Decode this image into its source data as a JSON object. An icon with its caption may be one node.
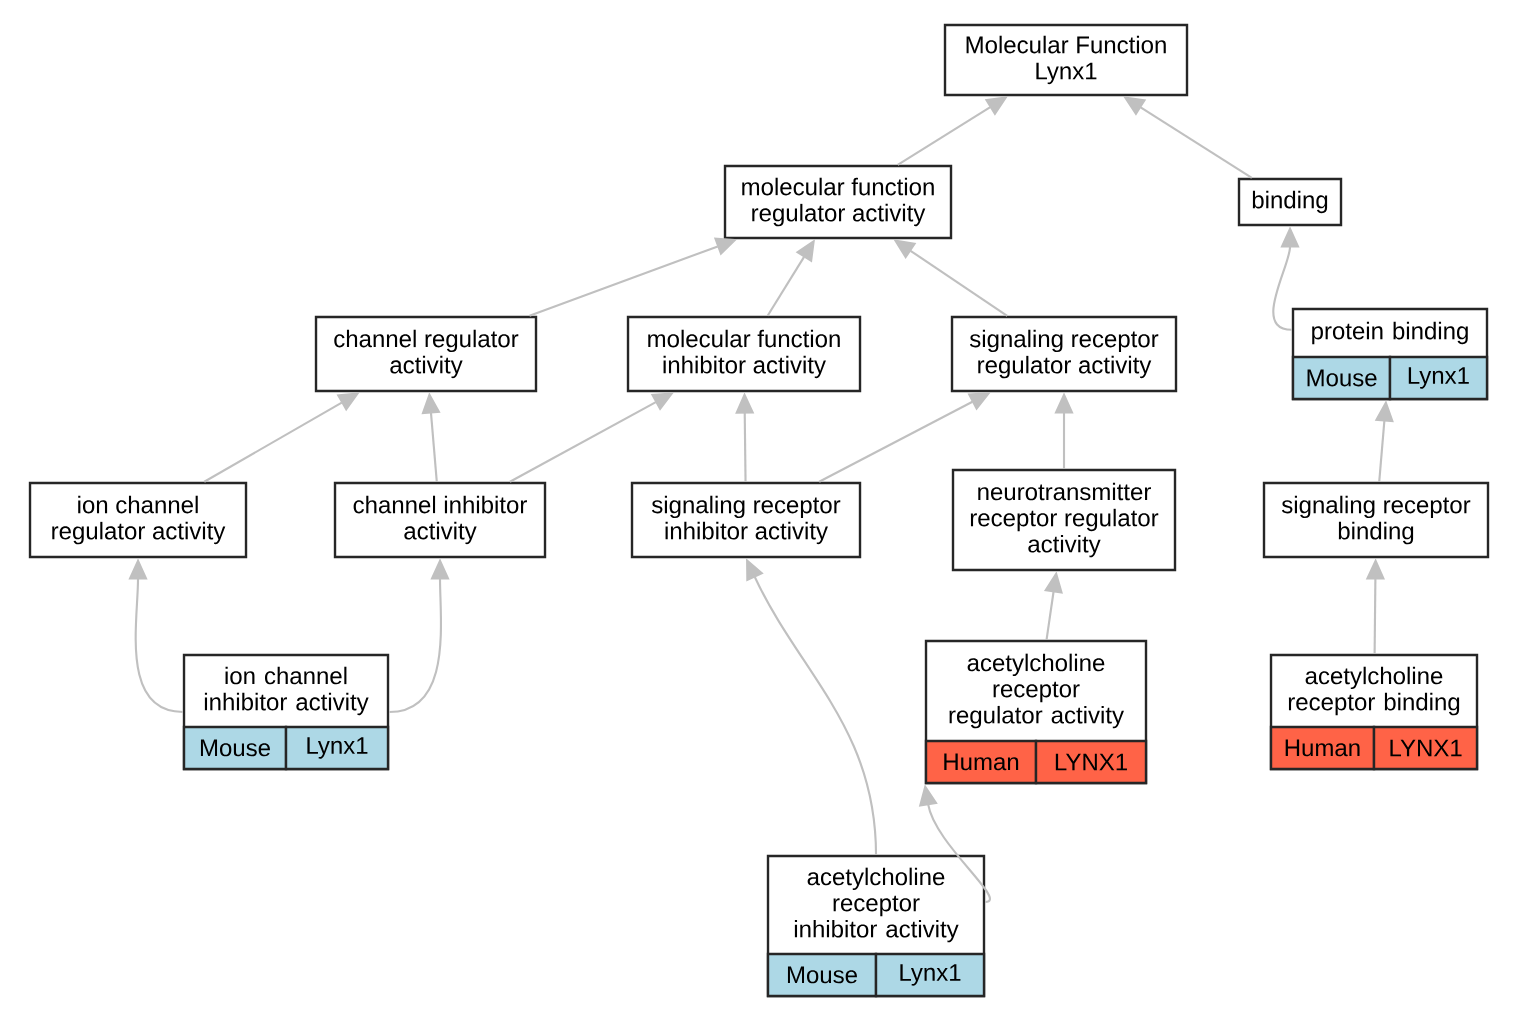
{
  "diagram": {
    "nodes": [
      {
        "text": [
          "Molecular Function Lynx1"
        ]
      },
      {
        "text": [
          "molecular function regulator activity"
        ]
      },
      {
        "text": [
          "binding"
        ]
      },
      {
        "text": [
          "channel regulator activity"
        ]
      },
      {
        "text": [
          "molecular function inhibitor activity"
        ]
      },
      {
        "text": [
          "signaling receptor regulator activity"
        ]
      },
      {
        "text": [
          "protein binding",
          "Mouse",
          "Lynx1"
        ]
      },
      {
        "text": [
          "ion channel regulator activity"
        ]
      },
      {
        "text": [
          "channel inhibitor activity"
        ]
      },
      {
        "text": [
          "signaling receptor inhibitor activity"
        ]
      },
      {
        "text": [
          "neurotransmitter receptor regulator activity"
        ]
      },
      {
        "text": [
          "signaling receptor binding"
        ]
      },
      {
        "text": [
          "ion channel inhibitor activity",
          "Mouse",
          "Lynx1"
        ]
      },
      {
        "text": [
          "acetylcholine receptor regulator activity",
          "Human",
          "LYNX1"
        ]
      },
      {
        "text": [
          "acetylcholine receptor binding",
          "Human",
          "LYNX1"
        ]
      },
      {
        "text": [
          "acetylcholine receptor inhibitor activity",
          "Mouse",
          "Lynx1"
        ]
      }
    ],
    "edges": [
      {
        "from": 1,
        "to": 0,
        "arrow": "to"
      },
      {
        "from": 2,
        "to": 0,
        "arrow": "to"
      },
      {
        "from": 3,
        "to": 1,
        "arrow": "to"
      },
      {
        "from": 4,
        "to": 1,
        "arrow": "to"
      },
      {
        "from": 5,
        "to": 1,
        "arrow": "to"
      },
      {
        "from": 6,
        "to": 2,
        "arrow": "to"
      },
      {
        "from": 7,
        "to": 3,
        "arrow": "to"
      },
      {
        "from": 8,
        "to": 3,
        "arrow": "to"
      },
      {
        "from": 8,
        "to": 4,
        "arrow": "to"
      },
      {
        "from": 9,
        "to": 4,
        "arrow": "to"
      },
      {
        "from": 9,
        "to": 5,
        "arrow": "to"
      },
      {
        "from": 10,
        "to": 5,
        "arrow": "to"
      },
      {
        "from": 11,
        "to": 6,
        "arrow": "to"
      },
      {
        "from": 12,
        "to": 7,
        "arrow": "to"
      },
      {
        "from": 12,
        "to": 8,
        "arrow": "to"
      },
      {
        "from": 15,
        "to": 9,
        "arrow": "to"
      },
      {
        "from": 13,
        "to": 10,
        "arrow": "to"
      },
      {
        "from": 15,
        "to": 13,
        "arrow": "to"
      },
      {
        "from": 14,
        "to": 11,
        "arrow": "to"
      }
    ]
  }
}
